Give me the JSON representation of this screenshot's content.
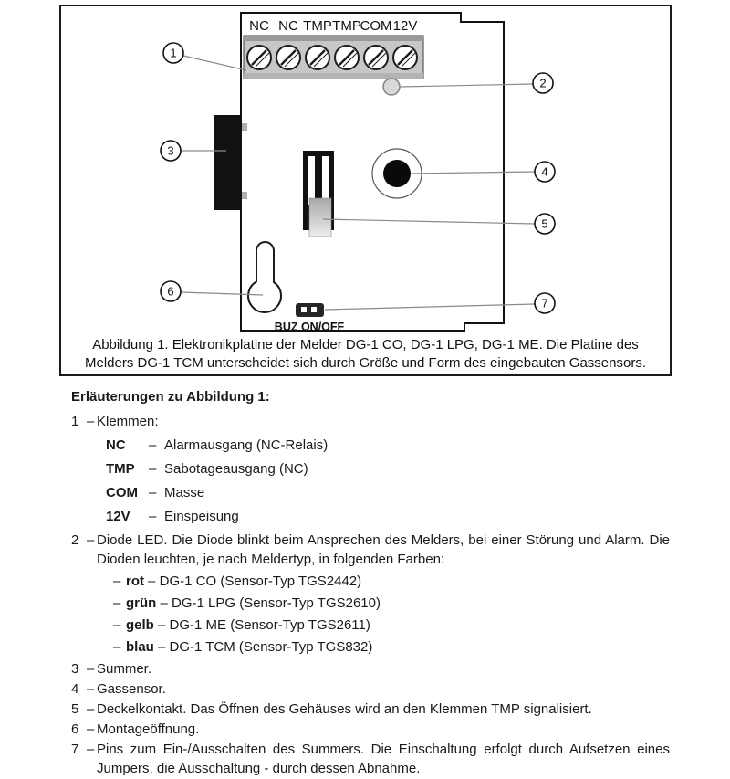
{
  "figure": {
    "terminal_labels": [
      "NC",
      "NC",
      "TMP",
      "TMP",
      "COM",
      "12V"
    ],
    "callouts": [
      "1",
      "2",
      "3",
      "4",
      "5",
      "6",
      "7"
    ],
    "jumper_label": "BUZ ON/OFF",
    "caption_line1": "Abbildung 1. Elektronikplatine der Melder DG-1 CO, DG-1 LPG, DG-1 ME. Die Platine des",
    "caption_line2": "Melders DG-1 TCM unterscheidet sich durch Größe und Form des eingebauten Gassensors."
  },
  "colors": {
    "outline": "#1a1a1a",
    "terminal_block_gray": "#c6c8c7",
    "callout_line_gray": "#8a8a8a"
  },
  "notes": {
    "heading": "Erläuterungen zu Abbildung 1:",
    "item1": {
      "num": "1",
      "dash": "–",
      "text": "Klemmen:"
    },
    "terminals": [
      {
        "term": "NC",
        "dash": "–",
        "desc": "Alarmausgang (NC-Relais)"
      },
      {
        "term": "TMP",
        "dash": "–",
        "desc": "Sabotageausgang (NC)"
      },
      {
        "term": "COM",
        "dash": "–",
        "desc": "Masse"
      },
      {
        "term": "12V",
        "dash": "–",
        "desc": "Einspeisung"
      }
    ],
    "item2": {
      "num": "2",
      "dash": "–",
      "text": "Diode LED. Die Diode blinkt beim Ansprechen des Melders, bei einer Störung und Alarm. Die Dioden leuchten, je nach Meldertyp, in folgenden Farben:"
    },
    "colors": [
      {
        "dash": "–",
        "name": "rot",
        "rest": " – DG-1 CO (Sensor-Typ TGS2442)"
      },
      {
        "dash": "–",
        "name": "grün",
        "rest": " – DG-1 LPG (Sensor-Typ TGS2610)"
      },
      {
        "dash": "–",
        "name": "gelb",
        "rest": " – DG-1 ME (Sensor-Typ TGS2611)"
      },
      {
        "dash": "–",
        "name": "blau",
        "rest": " – DG-1 TCM (Sensor-Typ TGS832)"
      }
    ],
    "item3": {
      "num": "3",
      "dash": "–",
      "text": "Summer."
    },
    "item4": {
      "num": "4",
      "dash": "–",
      "text": "Gassensor."
    },
    "item5": {
      "num": "5",
      "dash": "–",
      "text": "Deckelkontakt. Das Öffnen des Gehäuses wird an den Klemmen TMP signalisiert."
    },
    "item6": {
      "num": "6",
      "dash": "–",
      "text": "Montageöffnung."
    },
    "item7": {
      "num": "7",
      "dash": "–",
      "text": "Pins zum Ein-/Ausschalten des Summers. Die Einschaltung erfolgt durch Aufsetzen eines Jumpers, die Ausschaltung - durch dessen Abnahme."
    }
  }
}
